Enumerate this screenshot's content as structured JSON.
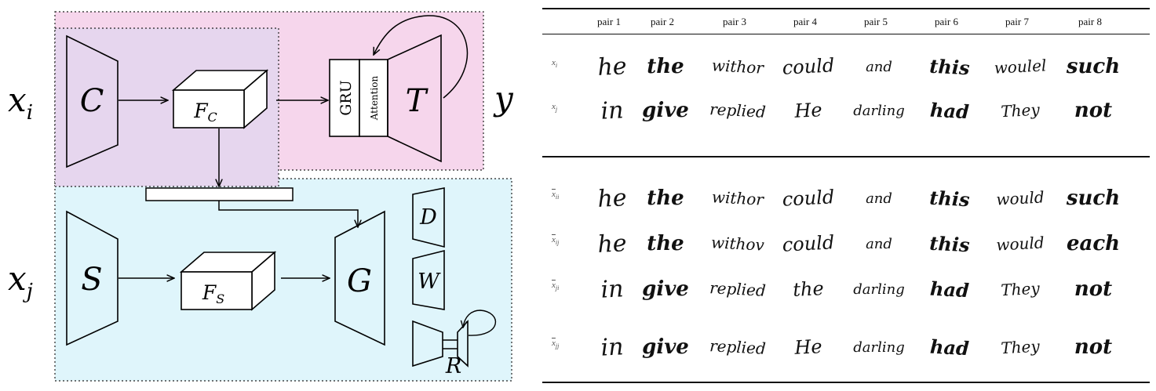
{
  "diagram": {
    "input_a": "x",
    "input_a_sub": "i",
    "input_b": "x",
    "input_b_sub": "j",
    "output": "y",
    "content_encoder": "C",
    "style_encoder": "S",
    "content_feature": "F",
    "content_feature_sub": "C",
    "style_feature": "F",
    "style_feature_sub": "S",
    "recognizer_gru": "GRU",
    "recognizer_attention": "Attention",
    "recognizer": "T",
    "generator": "G",
    "discriminator": "D",
    "writer_classifier": "W",
    "reconstructor": "R",
    "colors": {
      "recognition_region": "#f6d6ec",
      "content_region": "#e6d6ee",
      "generation_region": "#dff5fb"
    }
  },
  "table": {
    "columns": [
      "pair 1",
      "pair 2",
      "pair 3",
      "pair 4",
      "pair 5",
      "pair 6",
      "pair 7",
      "pair 8"
    ],
    "rows": [
      {
        "label": "x",
        "sub": "i",
        "bar": false,
        "words": [
          "he",
          "the",
          "withor",
          "could",
          "and",
          "this",
          "woulel",
          "such"
        ]
      },
      {
        "label": "x",
        "sub": "j",
        "bar": false,
        "words": [
          "in",
          "give",
          "replied",
          "He",
          "darling",
          "had",
          "They",
          "not"
        ]
      },
      {
        "label": "x",
        "sub": "ii",
        "bar": true,
        "words": [
          "he",
          "the",
          "withor",
          "could",
          "and",
          "this",
          "would",
          "such"
        ]
      },
      {
        "label": "x",
        "sub": "ij",
        "bar": true,
        "words": [
          "he",
          "the",
          "withov",
          "could",
          "and",
          "this",
          "would",
          "each"
        ]
      },
      {
        "label": "x",
        "sub": "ji",
        "bar": true,
        "words": [
          "in",
          "give",
          "replied",
          "the",
          "darling",
          "had",
          "They",
          "not"
        ]
      },
      {
        "label": "x",
        "sub": "jj",
        "bar": true,
        "words": [
          "in",
          "give",
          "replied",
          "He",
          "darling",
          "had",
          "They",
          "not"
        ]
      }
    ]
  }
}
